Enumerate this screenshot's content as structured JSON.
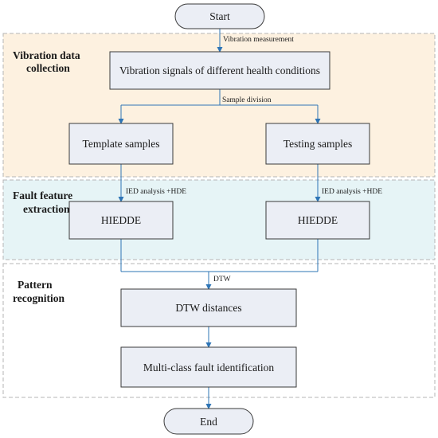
{
  "sections": {
    "data_collection": {
      "label_line1": "Vibration data",
      "label_line2": "collection",
      "fill": "#fdf1e0"
    },
    "feature_extraction": {
      "label_line1": "Fault feature",
      "label_line2": "extraction",
      "fill": "#e6f4f6"
    },
    "pattern_recognition": {
      "label_line1": "Pattern",
      "label_line2": "recognition",
      "fill": "#ffffff"
    }
  },
  "nodes": {
    "start": "Start",
    "signals": "Vibration signals of different health conditions",
    "template": "Template samples",
    "testing": "Testing samples",
    "hiedde_left": "HIEDDE",
    "hiedde_right": "HIEDDE",
    "dtw_distances": "DTW distances",
    "identification": "Multi-class fault identification",
    "end": "End"
  },
  "edges": {
    "vibration_measurement": "Vibration measurement",
    "sample_division": "Sample division",
    "ied_left": "IED analysis +HDE",
    "ied_right": "IED analysis +HDE",
    "dtw": "DTW"
  },
  "colors": {
    "arrow": "#2e75b6",
    "box_fill": "#ebeef5",
    "box_border": "#3a3a3a",
    "section_border": "#b5b5b5"
  }
}
